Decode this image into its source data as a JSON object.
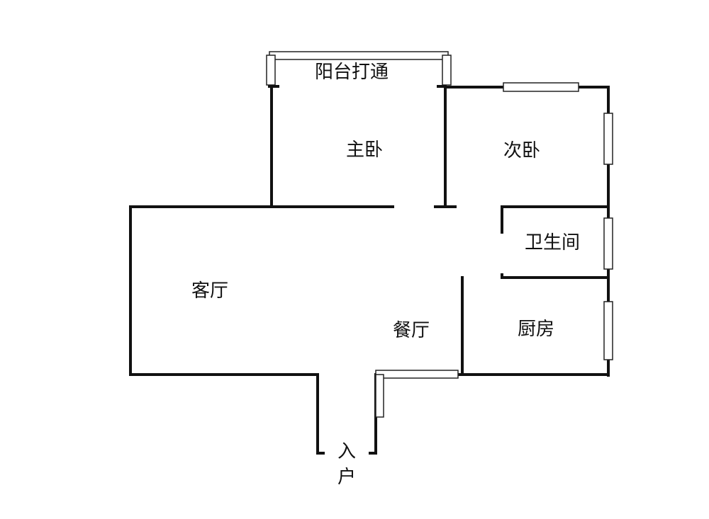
{
  "floor_plan": {
    "rooms": {
      "balcony": "阳台打通",
      "master_bedroom": "主卧",
      "second_bedroom": "次卧",
      "bathroom": "卫生间",
      "living_room": "客厅",
      "dining_room": "餐厅",
      "kitchen": "厨房"
    },
    "entrance": {
      "char_1": "入",
      "char_2": "户"
    }
  },
  "colors": {
    "wall": "#111111",
    "window_fill": "#ffffff",
    "background": "#ffffff"
  }
}
